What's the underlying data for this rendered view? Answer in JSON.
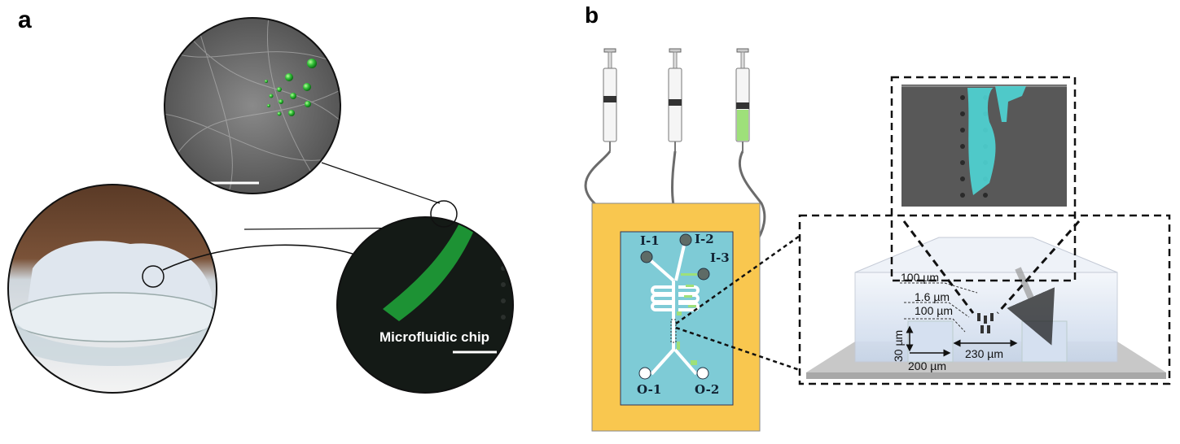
{
  "panels": {
    "a": {
      "label": "a",
      "chip_caption": "Microfluidic chip"
    },
    "b": {
      "label": "b",
      "ports": {
        "i1": "I-1",
        "i2": "I-2",
        "i3": "I-3",
        "o1": "O-1",
        "o2": "O-2"
      },
      "dimensions": {
        "d1": "100 µm",
        "d2": "1.6 µm",
        "d3": "100 µm",
        "height": "30 µm",
        "width_channel": "200 µm",
        "width_center": "230 µm"
      }
    }
  },
  "colors": {
    "chip_frame": "#f9c74f",
    "chip_body": "#7ecbd6",
    "green_particle": "#35c23a",
    "cyan_cells": "#4fd6d6"
  }
}
